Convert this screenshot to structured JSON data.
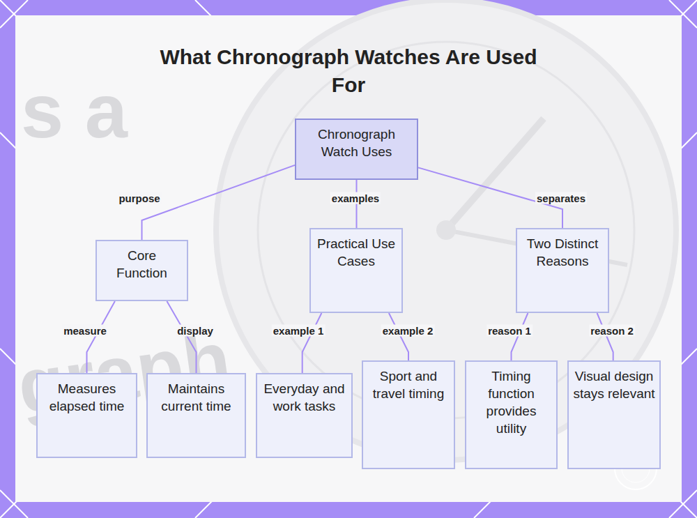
{
  "diagram": {
    "title": "What Chronograph Watches Are Used For",
    "nodes": [
      {
        "text": [
          "Chronograph Watch Uses"
        ]
      },
      {
        "text": [
          "Core Function"
        ]
      },
      {
        "text": [
          "Practical Use Cases"
        ]
      },
      {
        "text": [
          "Two Distinct Reasons"
        ]
      },
      {
        "text": [
          "Measures elapsed time"
        ]
      },
      {
        "text": [
          "Maintains current time"
        ]
      },
      {
        "text": [
          "Everyday and work tasks"
        ]
      },
      {
        "text": [
          "Sport and travel timing"
        ]
      },
      {
        "text": [
          "Timing function provides utility"
        ]
      },
      {
        "text": [
          "Visual design stays relevant"
        ]
      }
    ],
    "edges": [
      {
        "from": 0,
        "to": 1,
        "label": "purpose",
        "arrow": "none"
      },
      {
        "from": 0,
        "to": 2,
        "label": "examples",
        "arrow": "none"
      },
      {
        "from": 0,
        "to": 3,
        "label": "separates",
        "arrow": "none"
      },
      {
        "from": 1,
        "to": 4,
        "label": "measure",
        "arrow": "none"
      },
      {
        "from": 1,
        "to": 5,
        "label": "display",
        "arrow": "none"
      },
      {
        "from": 2,
        "to": 6,
        "label": "example 1",
        "arrow": "none"
      },
      {
        "from": 2,
        "to": 7,
        "label": "example 2",
        "arrow": "none"
      },
      {
        "from": 3,
        "to": 8,
        "label": "reason 1",
        "arrow": "none"
      },
      {
        "from": 3,
        "to": 9,
        "label": "reason 2",
        "arrow": "none"
      }
    ],
    "labels": [
      "s a",
      "graph"
    ]
  }
}
